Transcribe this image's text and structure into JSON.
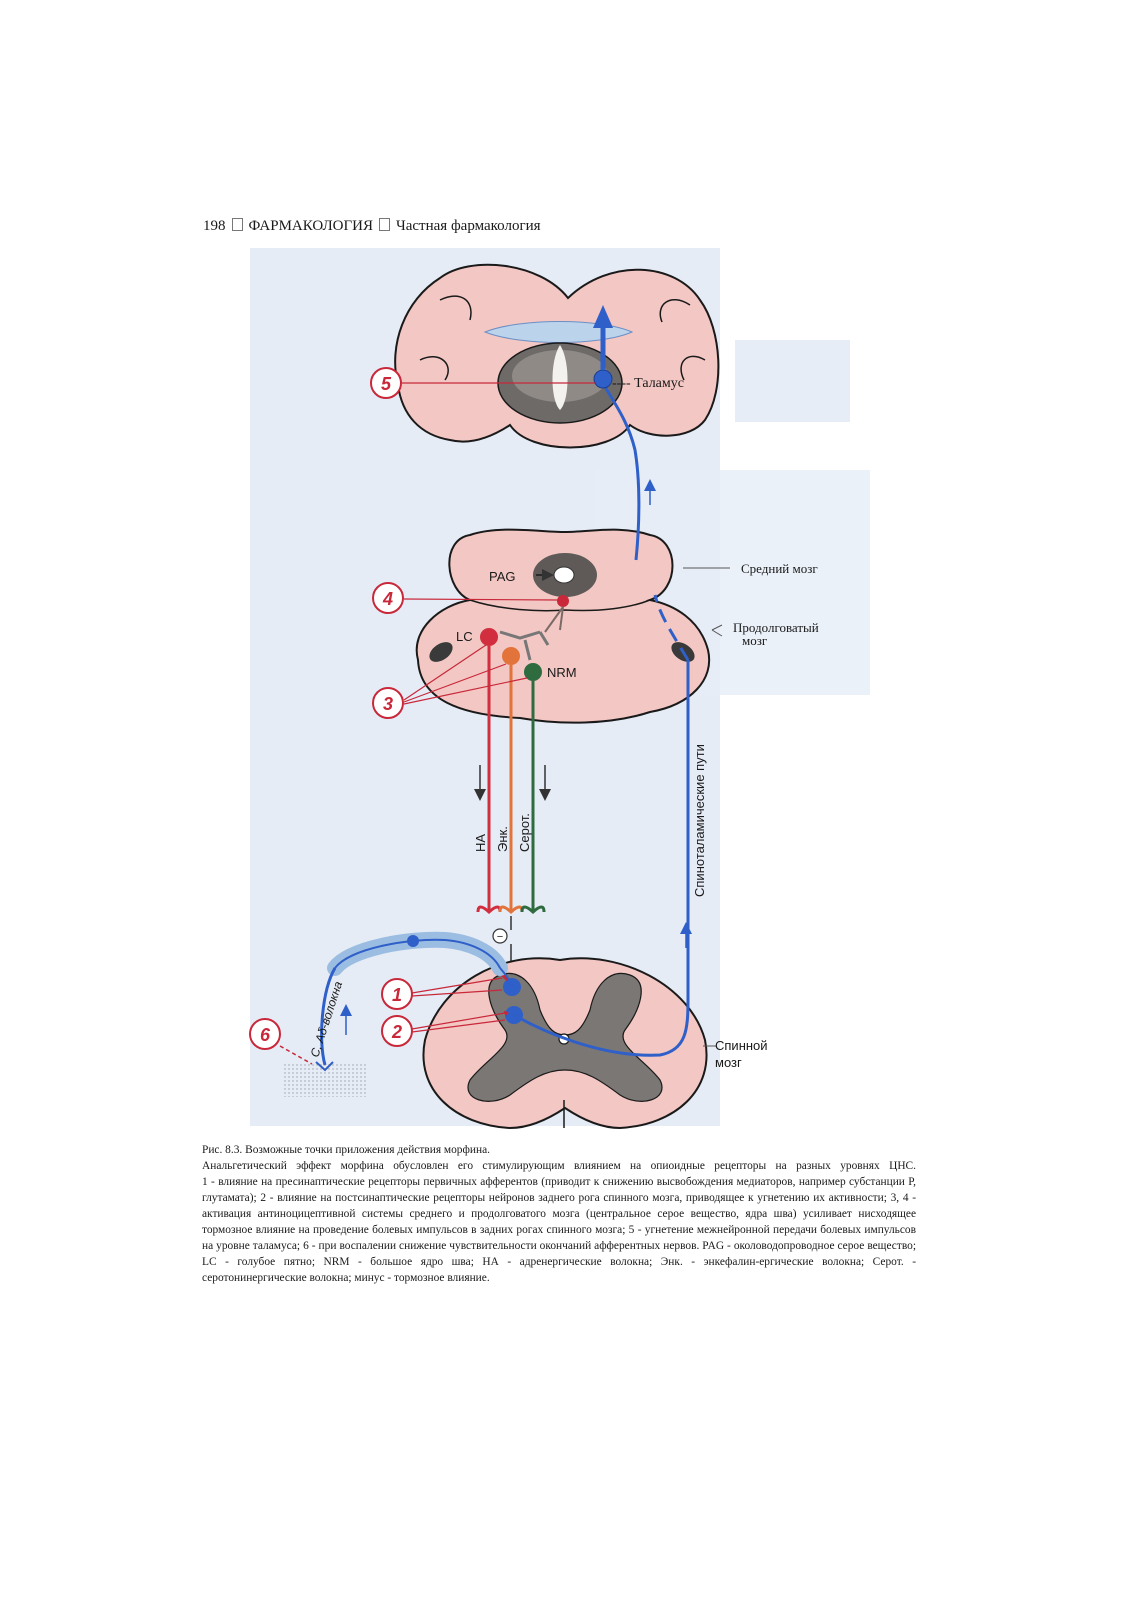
{
  "header": {
    "page_number": "198",
    "section": "ФАРМАКОЛОГИЯ",
    "subsection": "Частная фармакология"
  },
  "figure": {
    "labels": {
      "thalamus": "---- Таламус",
      "midbrain": "Средний мозг",
      "medulla_line1": "Продолговатый",
      "medulla_line2": "мозг",
      "spinal_line1": "Спинной",
      "spinal_line2": "мозг",
      "pag": "PAG",
      "lc": "LC",
      "nrm": "NRM",
      "na": "НА",
      "enk": "Энк.",
      "serot": "Серот.",
      "spinothalamic": "Спиноталамические пути",
      "fibers": "С, Аδ-волокна",
      "minus": "−"
    },
    "markers": [
      "1",
      "2",
      "3",
      "4",
      "5",
      "6"
    ],
    "colors": {
      "tissue": "#f3c7c3",
      "pathway_blue": "#2f5fc8",
      "marker_red": "#c8283a",
      "lc_neuron": "#d12f3f",
      "enk_neuron": "#e2733a",
      "nrm_neuron": "#2e6b3f",
      "background_blue": "#dde6f3"
    }
  },
  "caption": {
    "title": "Рис. 8.3. Возможные точки приложения действия морфина.",
    "lead": "Анальгетический эффект морфина обусловлен его стимулирующим влиянием на опиоидные рецепторы на разных уровнях ЦНС.",
    "body": "1 - влияние на пресинаптические рецепторы первичных афферентов (приводит к снижению высвобождения медиаторов, например субстанции Р, глутамата); 2 - влияние на постсинаптические рецепторы нейронов заднего рога спинного мозга, приводящее к угнетению их активности; 3, 4 - активация антиноцицептивной системы среднего и продолговатого мозга (центральное серое вещество, ядра шва) усиливает нисходящее тормозное влияние на проведение болевых импульсов в задних рогах спинного мозга; 5 - угнетение межнейронной передачи болевых импульсов на уровне таламуса; 6 - при воспалении снижение чувствительности окончаний афферентных нервов. PAG - околоводопроводное серое вещество; LC - голубое пятно; NRM - большое ядро шва; НА - адренергические волокна; Энк. - энкефалин-ергические волокна; Серот. - серотонинергические волокна; минус - тормозное влияние."
  }
}
